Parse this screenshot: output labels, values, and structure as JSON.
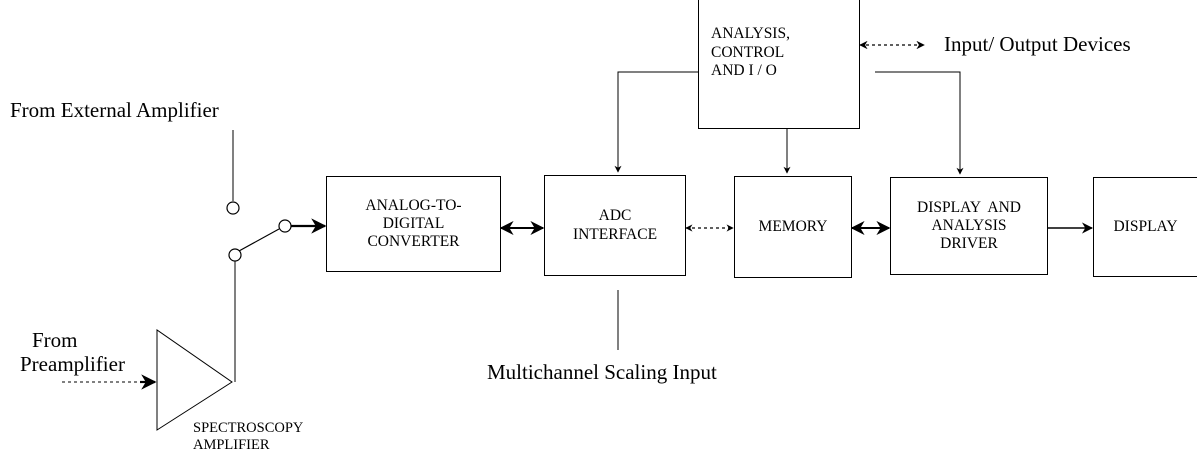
{
  "inputs": {
    "external_amplifier": "From External Amplifier",
    "preamplifier_line1": "From",
    "preamplifier_line2": "Preamplifier",
    "multichannel_scaling": "Multichannel Scaling Input",
    "io_devices": "Input/ Output Devices"
  },
  "blocks": {
    "amplifier_line1": "SPECTROSCOPY",
    "amplifier_line2": "AMPLIFIER",
    "adc_line1": "ANALOG-TO-",
    "adc_line2": "DIGITAL",
    "adc_line3": "CONVERTER",
    "interface_line1": "ADC",
    "interface_line2": "INTERFACE",
    "memory": "MEMORY",
    "driver_line1": "DISPLAY  AND",
    "driver_line2": "ANALYSIS",
    "driver_line3": "DRIVER",
    "display": "DISPLAY",
    "control_line1": "ANALYSIS,",
    "control_line2": "CONTROL",
    "control_line3": "AND I / O"
  }
}
